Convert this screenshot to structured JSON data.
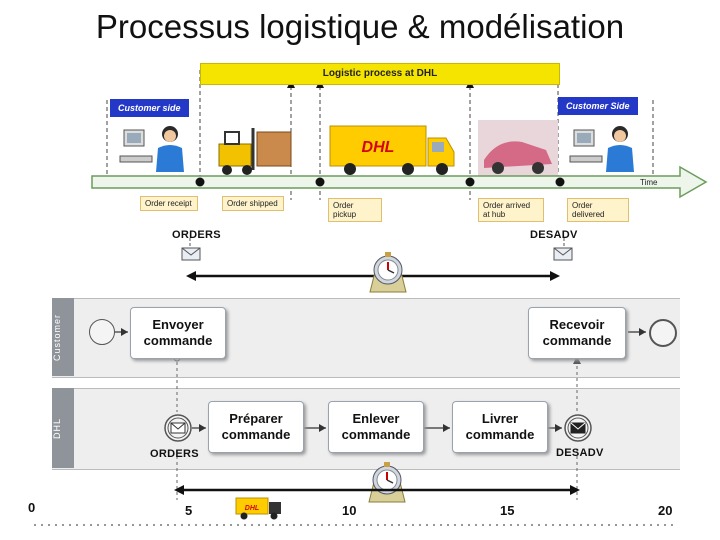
{
  "title": "Processus logistique & modélisation",
  "top": {
    "banner": "Logistic process at DHL",
    "customer_side_left": "Customer side",
    "customer_side_right": "Customer Side",
    "time_label": "Time",
    "milestones": [
      {
        "label": "Order receipt"
      },
      {
        "label": "Order shipped"
      },
      {
        "label": "Order pickup"
      },
      {
        "label": "Order arrived at hub"
      },
      {
        "label": "Order delivered"
      }
    ],
    "message_left": "ORDERS",
    "message_right": "DESADV",
    "truck_logo": "DHL"
  },
  "bpmn": {
    "lane_customer": "Customer",
    "lane_dhl": "DHL",
    "tasks": {
      "send_order": "Envoyer commande",
      "receive_order": "Recevoir commande",
      "prepare_order": "Préparer commande",
      "pickup_order": "Enlever commande",
      "deliver_order": "Livrer commande"
    },
    "message_left": "ORDERS",
    "message_right": "DESADV"
  },
  "axis": {
    "ticks": [
      "0",
      "5",
      "10",
      "15",
      "20"
    ]
  },
  "colors": {
    "banner": "#f5e400",
    "customer_side": "#2438c8",
    "milestone_box": "#fff3cc",
    "dhl_red": "#d40511",
    "dhl_yellow": "#ffcc00",
    "lane_header": "#8f949b"
  }
}
